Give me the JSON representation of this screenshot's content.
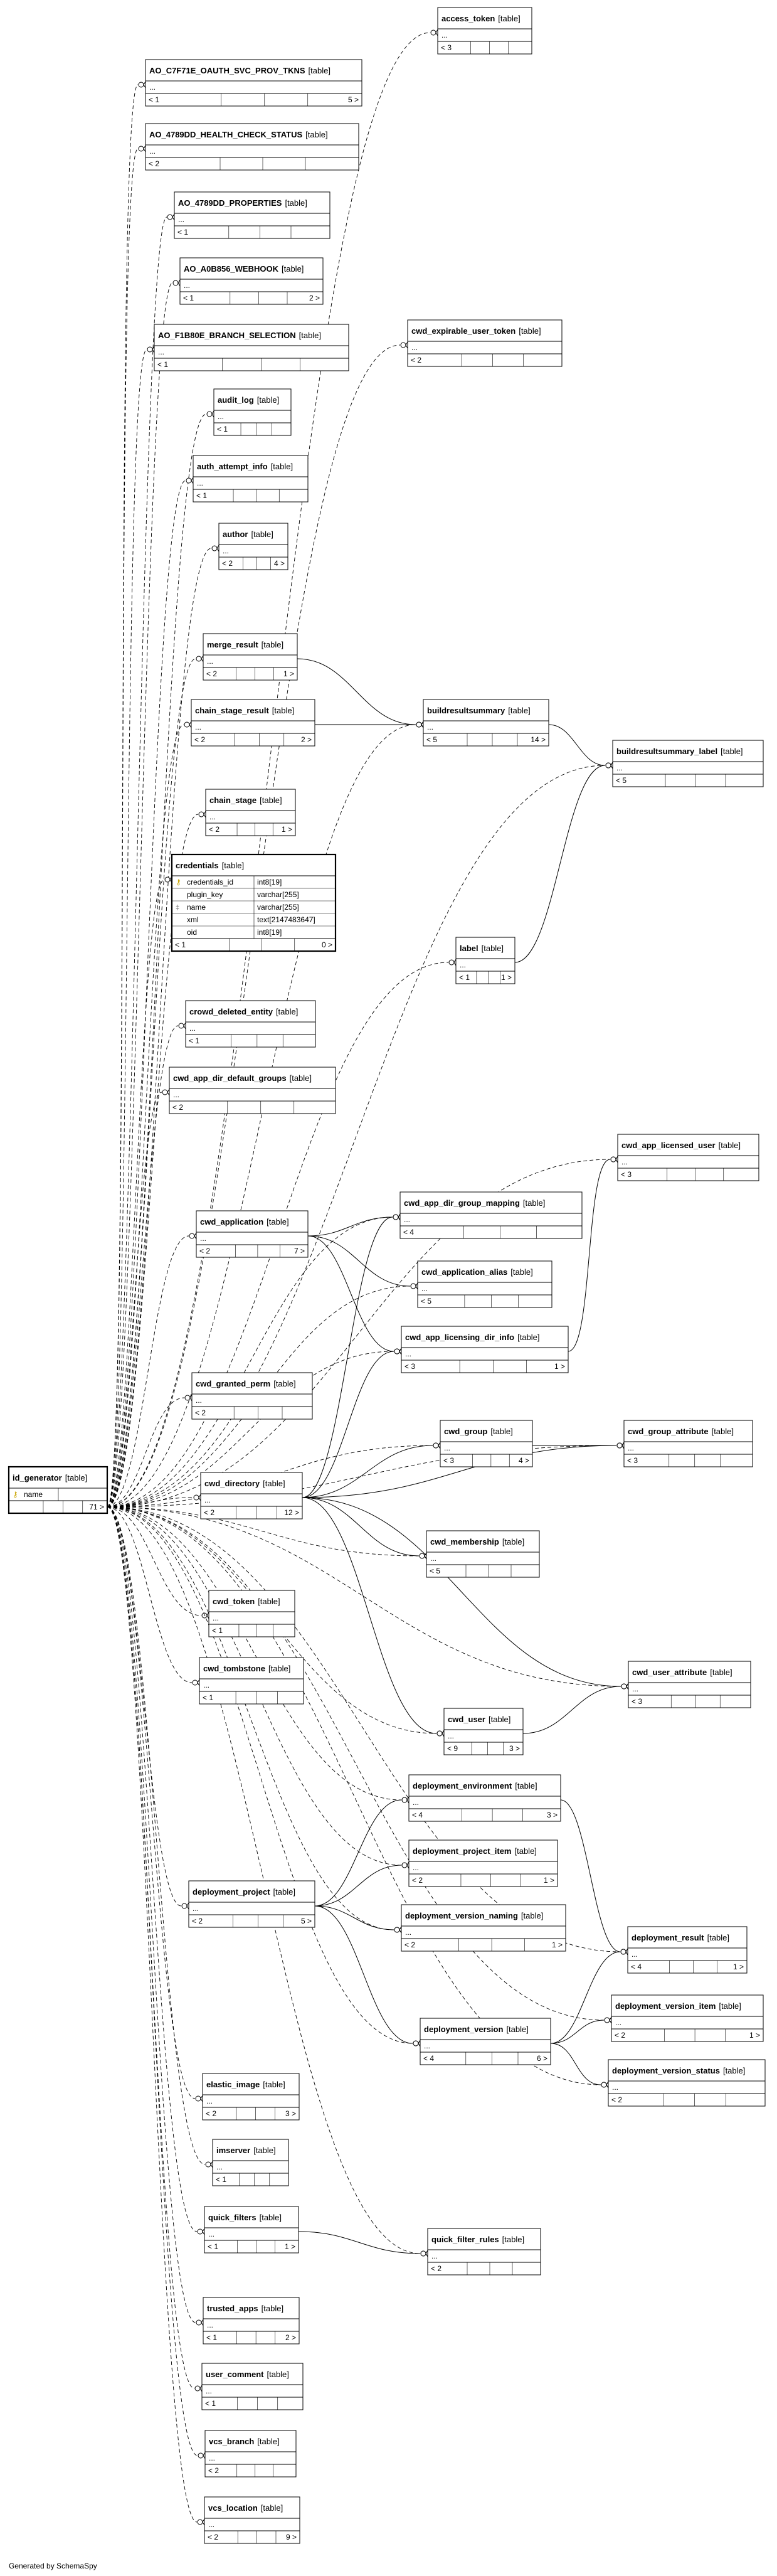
{
  "diagram": {
    "tables": [
      {
        "id": "access_token",
        "name": "access_token",
        "kind": "[table]",
        "columns": [
          "..."
        ],
        "left": "< 3",
        "right": ""
      },
      {
        "id": "ao_c7f",
        "name": "AO_C7F71E_OAUTH_SVC_PROV_TKNS",
        "kind": "[table]",
        "columns": [
          "..."
        ],
        "left": "< 1",
        "right": "5 >"
      },
      {
        "id": "ao_health",
        "name": "AO_4789DD_HEALTH_CHECK_STATUS",
        "kind": "[table]",
        "columns": [
          "..."
        ],
        "left": "< 2",
        "right": ""
      },
      {
        "id": "ao_props",
        "name": "AO_4789DD_PROPERTIES",
        "kind": "[table]",
        "columns": [
          "..."
        ],
        "left": "< 1",
        "right": ""
      },
      {
        "id": "ao_webhook",
        "name": "AO_A0B856_WEBHOOK",
        "kind": "[table]",
        "columns": [
          "..."
        ],
        "left": "< 1",
        "right": "2 >"
      },
      {
        "id": "ao_branch",
        "name": "AO_F1B80E_BRANCH_SELECTION",
        "kind": "[table]",
        "columns": [
          "..."
        ],
        "left": "< 1",
        "right": ""
      },
      {
        "id": "cwd_expirable",
        "name": "cwd_expirable_user_token",
        "kind": "[table]",
        "columns": [
          "..."
        ],
        "left": "< 2",
        "right": ""
      },
      {
        "id": "audit_log",
        "name": "audit_log",
        "kind": "[table]",
        "columns": [
          "..."
        ],
        "left": "< 1",
        "right": ""
      },
      {
        "id": "auth_attempt",
        "name": "auth_attempt_info",
        "kind": "[table]",
        "columns": [
          "..."
        ],
        "left": "< 1",
        "right": ""
      },
      {
        "id": "author",
        "name": "author",
        "kind": "[table]",
        "columns": [
          "..."
        ],
        "left": "< 2",
        "right": "4 >"
      },
      {
        "id": "merge_result",
        "name": "merge_result",
        "kind": "[table]",
        "columns": [
          "..."
        ],
        "left": "< 2",
        "right": "1 >"
      },
      {
        "id": "chain_stage_result",
        "name": "chain_stage_result",
        "kind": "[table]",
        "columns": [
          "..."
        ],
        "left": "< 2",
        "right": "2 >"
      },
      {
        "id": "buildresultsummary",
        "name": "buildresultsummary",
        "kind": "[table]",
        "columns": [
          "..."
        ],
        "left": "< 5",
        "right": "14 >"
      },
      {
        "id": "brs_label",
        "name": "buildresultsummary_label",
        "kind": "[table]",
        "columns": [
          "..."
        ],
        "left": "< 5",
        "right": ""
      },
      {
        "id": "chain_stage",
        "name": "chain_stage",
        "kind": "[table]",
        "columns": [
          "..."
        ],
        "left": "< 2",
        "right": "1 >"
      },
      {
        "id": "credentials",
        "name": "credentials",
        "kind": "[table]",
        "detailed": true,
        "columns": [
          {
            "name": "credentials_id",
            "type": "int8[19]",
            "key": "pk"
          },
          {
            "name": "plugin_key",
            "type": "varchar[255]",
            "key": ""
          },
          {
            "name": "name",
            "type": "varchar[255]",
            "key": "idx"
          },
          {
            "name": "xml",
            "type": "text[2147483647]",
            "key": ""
          },
          {
            "name": "oid",
            "type": "int8[19]",
            "key": ""
          }
        ],
        "left": "< 1",
        "right": "0 >"
      },
      {
        "id": "label",
        "name": "label",
        "kind": "[table]",
        "columns": [
          "..."
        ],
        "left": "< 1",
        "right": "1 >"
      },
      {
        "id": "crowd_deleted",
        "name": "crowd_deleted_entity",
        "kind": "[table]",
        "columns": [
          "..."
        ],
        "left": "< 1",
        "right": ""
      },
      {
        "id": "cwd_app_dir_default",
        "name": "cwd_app_dir_default_groups",
        "kind": "[table]",
        "columns": [
          "..."
        ],
        "left": "< 2",
        "right": ""
      },
      {
        "id": "cwd_app_licensed_user",
        "name": "cwd_app_licensed_user",
        "kind": "[table]",
        "columns": [
          "..."
        ],
        "left": "< 3",
        "right": ""
      },
      {
        "id": "cwd_app_dir_group_mapping",
        "name": "cwd_app_dir_group_mapping",
        "kind": "[table]",
        "columns": [
          "..."
        ],
        "left": "< 4",
        "right": ""
      },
      {
        "id": "cwd_application",
        "name": "cwd_application",
        "kind": "[table]",
        "columns": [
          "..."
        ],
        "left": "< 2",
        "right": "7 >"
      },
      {
        "id": "cwd_application_alias",
        "name": "cwd_application_alias",
        "kind": "[table]",
        "columns": [
          "..."
        ],
        "left": "< 5",
        "right": ""
      },
      {
        "id": "cwd_app_licensing",
        "name": "cwd_app_licensing_dir_info",
        "kind": "[table]",
        "columns": [
          "..."
        ],
        "left": "< 3",
        "right": "1 >"
      },
      {
        "id": "cwd_granted_perm",
        "name": "cwd_granted_perm",
        "kind": "[table]",
        "columns": [
          "..."
        ],
        "left": "< 2",
        "right": ""
      },
      {
        "id": "id_generator",
        "name": "id_generator",
        "kind": "[table]",
        "detailed": true,
        "columns": [
          {
            "name": "name",
            "type": "",
            "key": "pk"
          }
        ],
        "left": "",
        "right": "71 >"
      },
      {
        "id": "cwd_group",
        "name": "cwd_group",
        "kind": "[table]",
        "columns": [
          "..."
        ],
        "left": "< 3",
        "right": "4 >"
      },
      {
        "id": "cwd_group_attribute",
        "name": "cwd_group_attribute",
        "kind": "[table]",
        "columns": [
          "..."
        ],
        "left": "< 3",
        "right": ""
      },
      {
        "id": "cwd_directory",
        "name": "cwd_directory",
        "kind": "[table]",
        "columns": [
          "..."
        ],
        "left": "< 2",
        "right": "12 >"
      },
      {
        "id": "cwd_membership",
        "name": "cwd_membership",
        "kind": "[table]",
        "columns": [
          "..."
        ],
        "left": "< 5",
        "right": ""
      },
      {
        "id": "cwd_token",
        "name": "cwd_token",
        "kind": "[table]",
        "columns": [
          "..."
        ],
        "left": "< 1",
        "right": ""
      },
      {
        "id": "cwd_tombstone",
        "name": "cwd_tombstone",
        "kind": "[table]",
        "columns": [
          "..."
        ],
        "left": "< 1",
        "right": ""
      },
      {
        "id": "cwd_user_attribute",
        "name": "cwd_user_attribute",
        "kind": "[table]",
        "columns": [
          "..."
        ],
        "left": "< 3",
        "right": ""
      },
      {
        "id": "cwd_user",
        "name": "cwd_user",
        "kind": "[table]",
        "columns": [
          "..."
        ],
        "left": "< 9",
        "right": "3 >"
      },
      {
        "id": "deployment_environment",
        "name": "deployment_environment",
        "kind": "[table]",
        "columns": [
          "..."
        ],
        "left": "< 4",
        "right": "3 >"
      },
      {
        "id": "deployment_project_item",
        "name": "deployment_project_item",
        "kind": "[table]",
        "columns": [
          "..."
        ],
        "left": "< 2",
        "right": "1 >"
      },
      {
        "id": "deployment_project",
        "name": "deployment_project",
        "kind": "[table]",
        "columns": [
          "..."
        ],
        "left": "< 2",
        "right": "5 >"
      },
      {
        "id": "deployment_version_naming",
        "name": "deployment_version_naming",
        "kind": "[table]",
        "columns": [
          "..."
        ],
        "left": "< 2",
        "right": "1 >"
      },
      {
        "id": "deployment_result",
        "name": "deployment_result",
        "kind": "[table]",
        "columns": [
          "..."
        ],
        "left": "< 4",
        "right": "1 >"
      },
      {
        "id": "deployment_version_item",
        "name": "deployment_version_item",
        "kind": "[table]",
        "columns": [
          "..."
        ],
        "left": "< 2",
        "right": "1 >"
      },
      {
        "id": "deployment_version",
        "name": "deployment_version",
        "kind": "[table]",
        "columns": [
          "..."
        ],
        "left": "< 4",
        "right": "6 >"
      },
      {
        "id": "deployment_version_status",
        "name": "deployment_version_status",
        "kind": "[table]",
        "columns": [
          "..."
        ],
        "left": "< 2",
        "right": ""
      },
      {
        "id": "elastic_image",
        "name": "elastic_image",
        "kind": "[table]",
        "columns": [
          "..."
        ],
        "left": "< 2",
        "right": "3 >"
      },
      {
        "id": "imserver",
        "name": "imserver",
        "kind": "[table]",
        "columns": [
          "..."
        ],
        "left": "< 1",
        "right": ""
      },
      {
        "id": "quick_filters",
        "name": "quick_filters",
        "kind": "[table]",
        "columns": [
          "..."
        ],
        "left": "< 1",
        "right": "1 >"
      },
      {
        "id": "quick_filter_rules",
        "name": "quick_filter_rules",
        "kind": "[table]",
        "columns": [
          "..."
        ],
        "left": "< 2",
        "right": ""
      },
      {
        "id": "trusted_apps",
        "name": "trusted_apps",
        "kind": "[table]",
        "columns": [
          "..."
        ],
        "left": "< 1",
        "right": "2 >"
      },
      {
        "id": "user_comment",
        "name": "user_comment",
        "kind": "[table]",
        "columns": [
          "..."
        ],
        "left": "< 1",
        "right": ""
      },
      {
        "id": "vcs_branch",
        "name": "vcs_branch",
        "kind": "[table]",
        "columns": [
          "..."
        ],
        "left": "< 2",
        "right": ""
      },
      {
        "id": "vcs_location",
        "name": "vcs_location",
        "kind": "[table]",
        "columns": [
          "..."
        ],
        "left": "< 2",
        "right": "9 >"
      }
    ]
  },
  "footer": {
    "text": "Generated by SchemaSpy"
  }
}
